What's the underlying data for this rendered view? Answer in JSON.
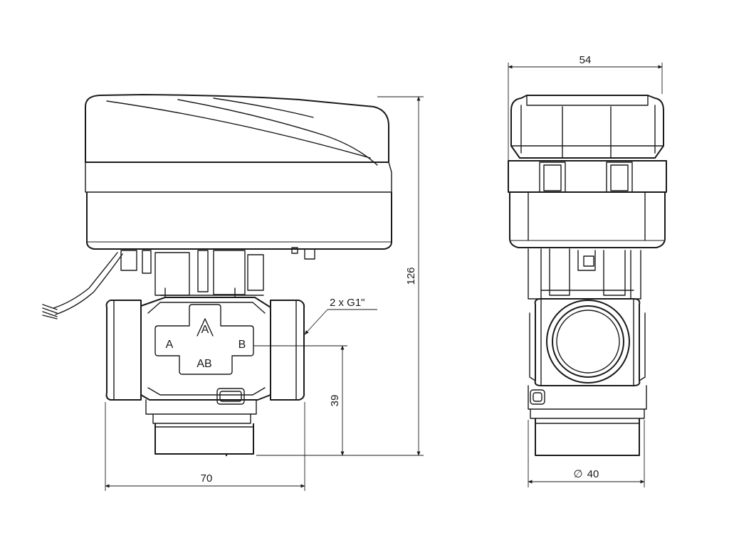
{
  "dimensions": {
    "width_front": "70",
    "height_total": "126",
    "height_axis": "39",
    "width_side": "54",
    "diameter": "40",
    "diameter_symbol": "∅"
  },
  "callouts": {
    "thread": "2 x G1\""
  },
  "ports": {
    "a_top": "A",
    "a_left": "A",
    "b": "B",
    "ab": "AB"
  }
}
